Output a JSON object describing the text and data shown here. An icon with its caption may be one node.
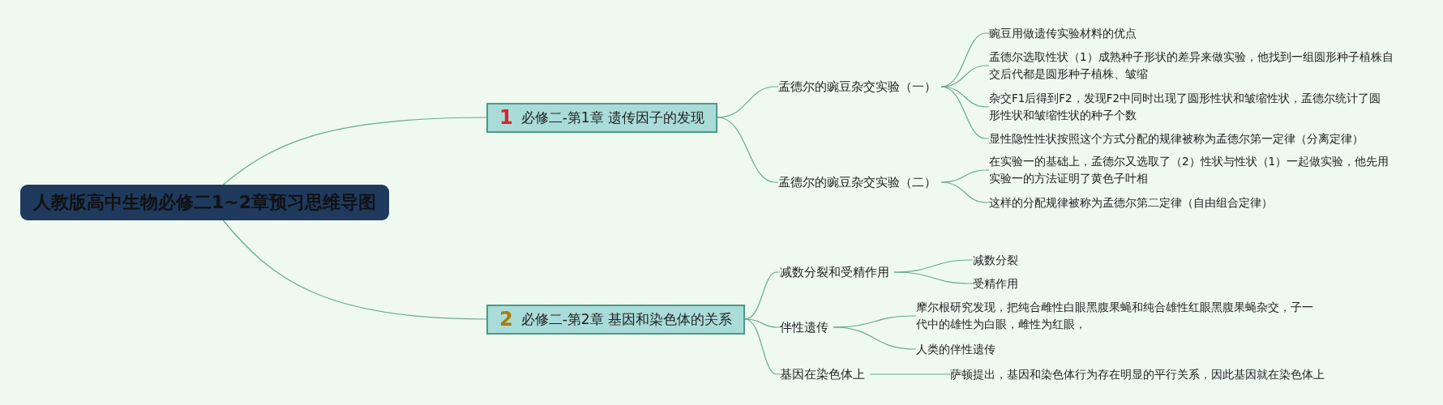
{
  "diagram": {
    "nodes": [
      {
        "text": [
          "人教版高中生物必修二1~2章预习思维导图"
        ]
      },
      {
        "text": [
          "1",
          "必修二-第1章 遗传因子的发现"
        ]
      },
      {
        "text": [
          "孟德尔的豌豆杂交实验（一）"
        ]
      },
      {
        "text": [
          "豌豆用做遗传实验材料的优点"
        ]
      },
      {
        "text": [
          "孟德尔选取性状（1）成熟种子形状的差异来做实验，他找到一组圆形种子植株自交后代都是圆形种子植株、皱缩"
        ]
      },
      {
        "text": [
          "杂交F1后得到F2，发现F2中同时出现了圆形性状和皱缩性状，孟德尔统计了圆形性状和皱缩性状的种子个数"
        ]
      },
      {
        "text": [
          "显性隐性性状按照这个方式分配的规律被称为孟德尔第一定律（分离定律）"
        ]
      },
      {
        "text": [
          "孟德尔的豌豆杂交实验（二）"
        ]
      },
      {
        "text": [
          "在实验一的基础上，孟德尔又选取了（2）性状与性状（1）一起做实验，他先用实验一的方法证明了黄色子叶相"
        ]
      },
      {
        "text": [
          "这样的分配规律被称为孟德尔第二定律（自由组合定律）"
        ]
      },
      {
        "text": [
          "2",
          "必修二-第2章 基因和染色体的关系"
        ]
      },
      {
        "text": [
          "减数分裂和受精作用"
        ]
      },
      {
        "text": [
          "减数分裂"
        ]
      },
      {
        "text": [
          "受精作用"
        ]
      },
      {
        "text": [
          "伴性遗传"
        ]
      },
      {
        "text": [
          "摩尔根研究发现，把纯合雌性白眼黑腹果蝇和纯合雄性红眼黑腹果蝇杂交，子一代中的雄性为白眼，雌性为红眼，"
        ]
      },
      {
        "text": [
          "人类的伴性遗传"
        ]
      },
      {
        "text": [
          "基因在染色体上"
        ]
      },
      {
        "text": [
          "萨顿提出，基因和染色体行为存在明显的平行关系，因此基因就在染色体上"
        ]
      }
    ],
    "edges": [
      {
        "from": 0,
        "to": 1,
        "arrow": "none"
      },
      {
        "from": 1,
        "to": 2,
        "arrow": "none"
      },
      {
        "from": 2,
        "to": 3,
        "arrow": "none"
      },
      {
        "from": 2,
        "to": 4,
        "arrow": "none"
      },
      {
        "from": 2,
        "to": 5,
        "arrow": "none"
      },
      {
        "from": 2,
        "to": 6,
        "arrow": "none"
      },
      {
        "from": 1,
        "to": 7,
        "arrow": "none"
      },
      {
        "from": 7,
        "to": 8,
        "arrow": "none"
      },
      {
        "from": 7,
        "to": 9,
        "arrow": "none"
      },
      {
        "from": 0,
        "to": 10,
        "arrow": "none"
      },
      {
        "from": 10,
        "to": 11,
        "arrow": "none"
      },
      {
        "from": 11,
        "to": 12,
        "arrow": "none"
      },
      {
        "from": 11,
        "to": 13,
        "arrow": "none"
      },
      {
        "from": 10,
        "to": 14,
        "arrow": "none"
      },
      {
        "from": 14,
        "to": 15,
        "arrow": "none"
      },
      {
        "from": 14,
        "to": 16,
        "arrow": "none"
      },
      {
        "from": 10,
        "to": 17,
        "arrow": "none"
      },
      {
        "from": 17,
        "to": 18,
        "arrow": "none"
      }
    ]
  }
}
